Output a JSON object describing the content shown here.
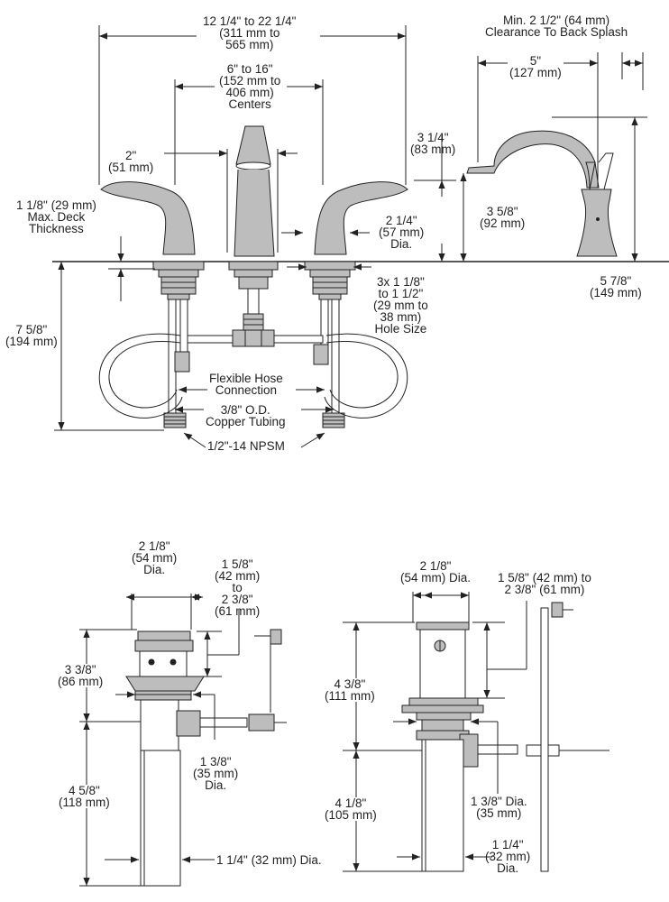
{
  "colors": {
    "ink": "#222222",
    "fill": "#bdbdbd",
    "fill_dark": "#8c8c8c",
    "paper": "#ffffff"
  },
  "faucet": {
    "overall_spread": [
      "12 1/4\" to 22 1/4\"",
      "(311 mm to",
      "565 mm)"
    ],
    "centers": [
      "6\" to 16\"",
      "(152 mm to",
      "406 mm)",
      "Centers"
    ],
    "handle_width": [
      "2\"",
      "(51 mm)"
    ],
    "deck_thickness": [
      "1 1/8\" (29 mm)",
      "Max. Deck",
      "Thickness"
    ],
    "spout_base_dia": [
      "2 1/4\"",
      "(57 mm)",
      "Dia."
    ],
    "hole_size": [
      "3x 1 1/8\"",
      "to 1 1/2\"",
      "(29 mm to",
      "38 mm)",
      "Hole Size"
    ],
    "below_deck_depth": [
      "7 5/8\"",
      "(194 mm)"
    ],
    "flexible_hose": [
      "Flexible Hose",
      "Connection"
    ],
    "copper_tubing": [
      "3/8\" O.D.",
      "Copper Tubing"
    ],
    "thread": [
      "1/2\"-14 NPSM"
    ]
  },
  "spout_side": {
    "back_clearance": [
      "Min. 2 1/2\" (64 mm)",
      "Clearance To Back Splash"
    ],
    "reach": [
      "5\"",
      "(127 mm)"
    ],
    "outlet_to_top": [
      "3 1/4\"",
      "(83 mm)"
    ],
    "outlet_height": [
      "3 5/8\"",
      "(92 mm)"
    ],
    "overall_height": [
      "5 7/8\"",
      "(149 mm)"
    ]
  },
  "drain_left": {
    "top_dia": [
      "2 1/8\"",
      "(54 mm)",
      "Dia."
    ],
    "adjust": [
      "1 5/8\"",
      "(42 mm)",
      "to",
      "2 3/8\"",
      "(61 mm)"
    ],
    "upper_height": [
      "3 3/8\"",
      "(86 mm)"
    ],
    "body_dia": [
      "1 3/8\"",
      "(35 mm)",
      "Dia."
    ],
    "lower_height": [
      "4 5/8\"",
      "(118 mm)"
    ],
    "tail_dia": [
      "1 1/4\" (32 mm) Dia."
    ]
  },
  "drain_right": {
    "top_dia": [
      "2 1/8\"",
      "(54 mm) Dia."
    ],
    "adjust": [
      "1 5/8\" (42 mm) to",
      "2 3/8\" (61 mm)"
    ],
    "upper_height": [
      "4 3/8\"",
      "(111 mm)"
    ],
    "body_dia": [
      "1 3/8\" Dia.",
      "(35 mm)"
    ],
    "lower_height": [
      "4 1/8\"",
      "(105 mm)"
    ],
    "tail_dia": [
      "1 1/4\"",
      "(32 mm)",
      "Dia."
    ]
  }
}
